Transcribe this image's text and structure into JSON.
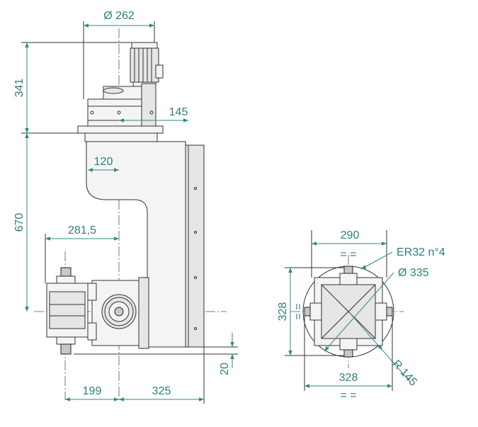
{
  "colors": {
    "dimension": "#2e8b82",
    "outline": "#333333",
    "fill": "#f4f4f4"
  },
  "dimensions": {
    "d262": "Ø 262",
    "h341": "341",
    "w145": "145",
    "w120": "120",
    "h670": "670",
    "w281": "281,5",
    "h20": "20",
    "w199": "199",
    "w325": "325",
    "w290": "290",
    "er32": "ER32 n°4",
    "d335": "Ø 335",
    "h328": "328",
    "r145": "R 145",
    "w328": "328"
  },
  "symmetry": {
    "top": "= =",
    "left": "= =",
    "bottom": "= ="
  }
}
